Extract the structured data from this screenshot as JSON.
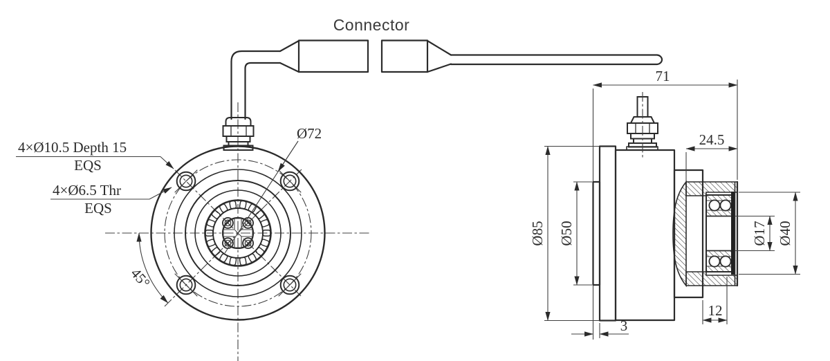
{
  "connector_label": "Connector",
  "front_view": {
    "counterbore_callout": {
      "line1": "4×Ø10.5 Depth 15",
      "line2": "EQS"
    },
    "thread_callout": {
      "line1": "4×Ø6.5 Thr",
      "line2": "EQS"
    },
    "bolt_circle_diameter": "Ø72",
    "hole_angle": "45°"
  },
  "side_view": {
    "overall_length": "71",
    "rear_length": "24.5",
    "flange_diameter": "Ø85",
    "pilot_diameter": "Ø50",
    "shaft_diameter": "Ø17",
    "bearing_outer_diameter": "Ø40",
    "bearing_width": "12",
    "pilot_height": "3"
  },
  "colors": {
    "line": "#2b2b2b",
    "thin_line": "#3f3f3f",
    "background": "#ffffff"
  }
}
